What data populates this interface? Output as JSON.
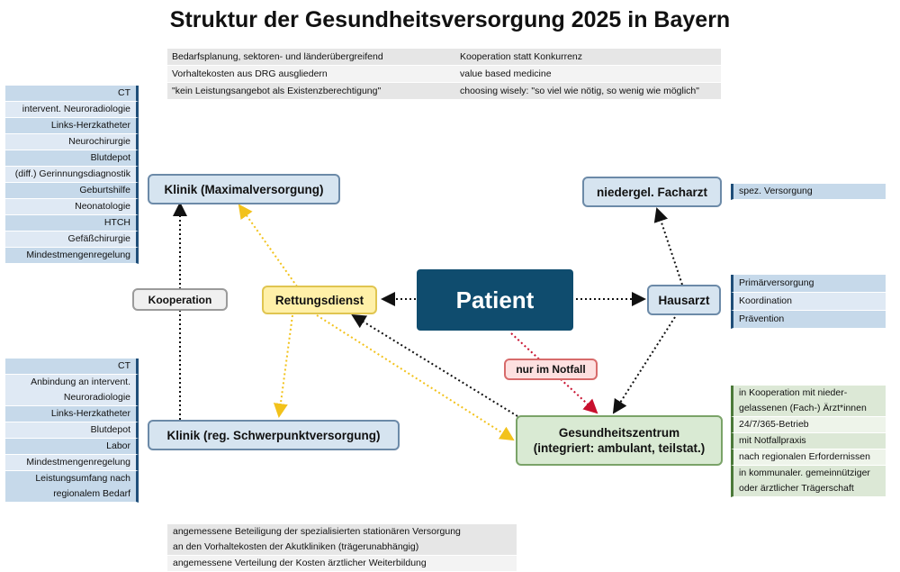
{
  "title": "Struktur der Gesundheitsversorgung 2025 in Bayern",
  "top_table": {
    "left": [
      "Bedarfsplanung, sektoren- und länderübergreifend",
      "Vorhaltekosten aus DRG ausgliedern",
      "\"kein Leistungsangebot als Existenzberechtigung\""
    ],
    "right": [
      "Kooperation statt Konkurrenz",
      "value based medicine",
      "choosing wisely: \"so viel wie nötig, so wenig wie möglich\""
    ]
  },
  "nodes": {
    "klinik_max": "Klinik (Maximalversorgung)",
    "klinik_reg": "Klinik (reg. Schwerpunktversorgung)",
    "rettungsdienst": "Rettungsdienst",
    "patient": "Patient",
    "hausarzt": "Hausarzt",
    "facharzt": "niedergel. Facharzt",
    "gesundheitszentrum_line1": "Gesundheitszentrum",
    "gesundheitszentrum_line2": "(integriert: ambulant, teilstat.)",
    "kooperation": "Kooperation",
    "notfall": "nur im Notfall"
  },
  "lists": {
    "klinik_max": [
      "CT",
      "intervent. Neuroradiologie",
      "Links-Herzkatheter",
      "Neurochirurgie",
      "Blutdepot",
      "(diff.) Gerinnungsdiagnostik",
      "Geburtshilfe",
      "Neonatologie",
      "HTCH",
      "Gefäßchirurgie",
      "Mindestmengenregelung"
    ],
    "klinik_reg": [
      "CT",
      "Anbindung an intervent.",
      "Neuroradiologie",
      "Links-Herzkatheter",
      "Blutdepot",
      "Labor",
      "Mindestmengenregelung",
      "Leistungsumfang nach",
      "regionalem Bedarf"
    ],
    "facharzt": [
      "spez. Versorgung"
    ],
    "hausarzt": [
      "Primärversorgung",
      "Koordination",
      "Prävention"
    ],
    "gesundheitszentrum": [
      "in Kooperation mit nieder-",
      "gelassenen (Fach-) Ärzt*innen",
      "24/7/365-Betrieb",
      "mit Notfallpraxis",
      "nach regionalen Erfordernissen",
      "in kommunaler. gemeinnütziger",
      "oder ärztlicher Trägerschaft"
    ]
  },
  "bottom_table": [
    "angemessene Beteiligung der spezialisierten stationären Versorgung",
    "an den Vorhaltekosten der Akutkliniken (trägerunabhängig)",
    "angemessene Verteilung der Kosten ärztlicher Weiterbildung"
  ],
  "colors": {
    "patient": "#0f4c6e",
    "arrow_black": "#111111",
    "arrow_yellow": "#f2c21b",
    "arrow_red": "#c8102e"
  }
}
